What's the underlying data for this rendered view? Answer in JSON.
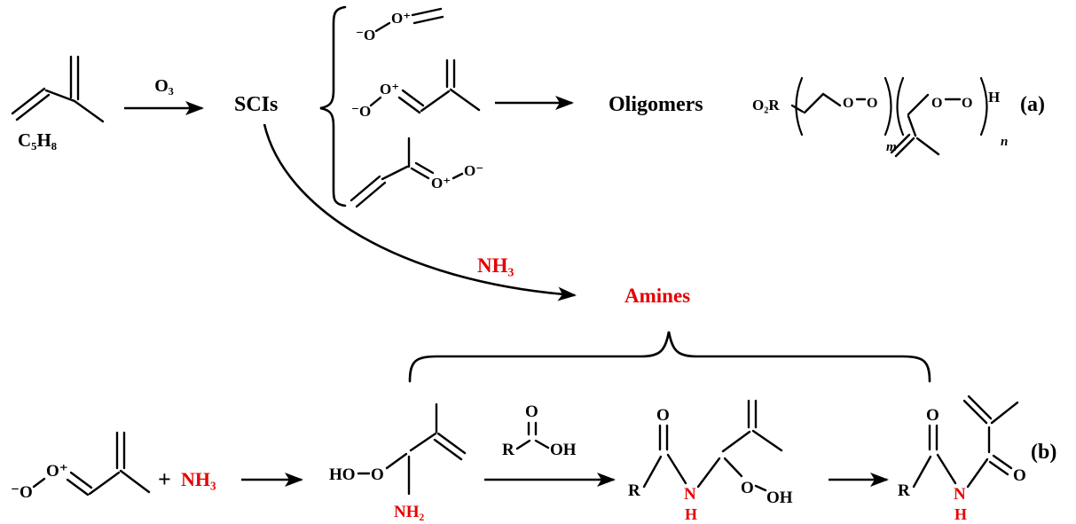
{
  "figure": {
    "type": "chemical-reaction-scheme",
    "panels": [
      "(a)",
      "(b)"
    ]
  },
  "colors": {
    "ink": "#000000",
    "highlight_red": "#e60000",
    "background": "#ffffff"
  },
  "scheme": {
    "reactant_formula": "C₅H₈",
    "ozone_label": "O₃",
    "scis_label": "SCIs",
    "criegee_top": {
      "o_minus": "⁻O",
      "o_plus": "O⁺"
    },
    "criegee_mid": {
      "o_minus": "⁻O",
      "o_plus": "O⁺"
    },
    "criegee_bot": {
      "o_plus": "O⁺",
      "o_minus": "O⁻"
    },
    "oligomers_label": "Oligomers",
    "oligomer": {
      "prefix": "O₂R",
      "unit1_o1": "O",
      "unit1_o2": "O",
      "sub_m": "m",
      "unit2_o1": "O",
      "unit2_o2": "O",
      "end_h": "H",
      "sub_n": "n"
    },
    "panel_a_label": "(a)",
    "nh3_label": "NH₃",
    "amines_label": "Amines"
  },
  "reaction_b": {
    "criegee": {
      "o_minus": "⁻O",
      "o_plus": "O⁺"
    },
    "plus_sign": "+",
    "nh3_label": "NH₃",
    "hydroperoxide_amine": {
      "ho": "HO",
      "o": "O",
      "nh2": "NH₂"
    },
    "carboxylic_acid": {
      "r": "R",
      "o": "O",
      "oh": "OH"
    },
    "amide_peroxide": {
      "r": "R",
      "carbonyl_o": "O",
      "n": "N",
      "h": "H",
      "peroxide_o": "O",
      "peroxide_oh": "OH"
    },
    "imide_product": {
      "r": "R",
      "carbonyl_o1": "O",
      "n": "N",
      "h": "H",
      "carbonyl_o2": "O"
    },
    "panel_b_label": "(b)"
  }
}
